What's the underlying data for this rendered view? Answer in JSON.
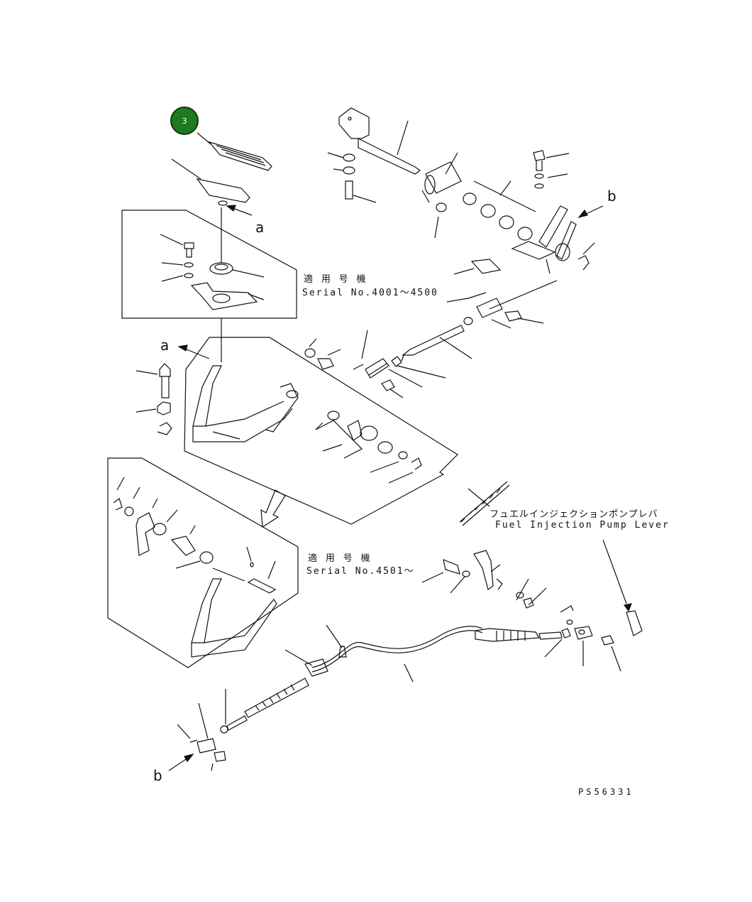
{
  "callout": {
    "number": "3",
    "color": "#1e7a1e"
  },
  "labels": {
    "a_top": "a",
    "a_left": "a",
    "b_right": "b",
    "b_bottom": "b"
  },
  "serial_upper": {
    "jp": "適 用 号 機",
    "en": "Serial No.4001～4500"
  },
  "serial_lower": {
    "jp": "適 用 号 機",
    "en": "Serial No.4501～"
  },
  "fuel_pump": {
    "jp": "フュエルインジェクションポンプレバ",
    "en": "Fuel Injection Pump Lever"
  },
  "drawing_id": "PS56331"
}
